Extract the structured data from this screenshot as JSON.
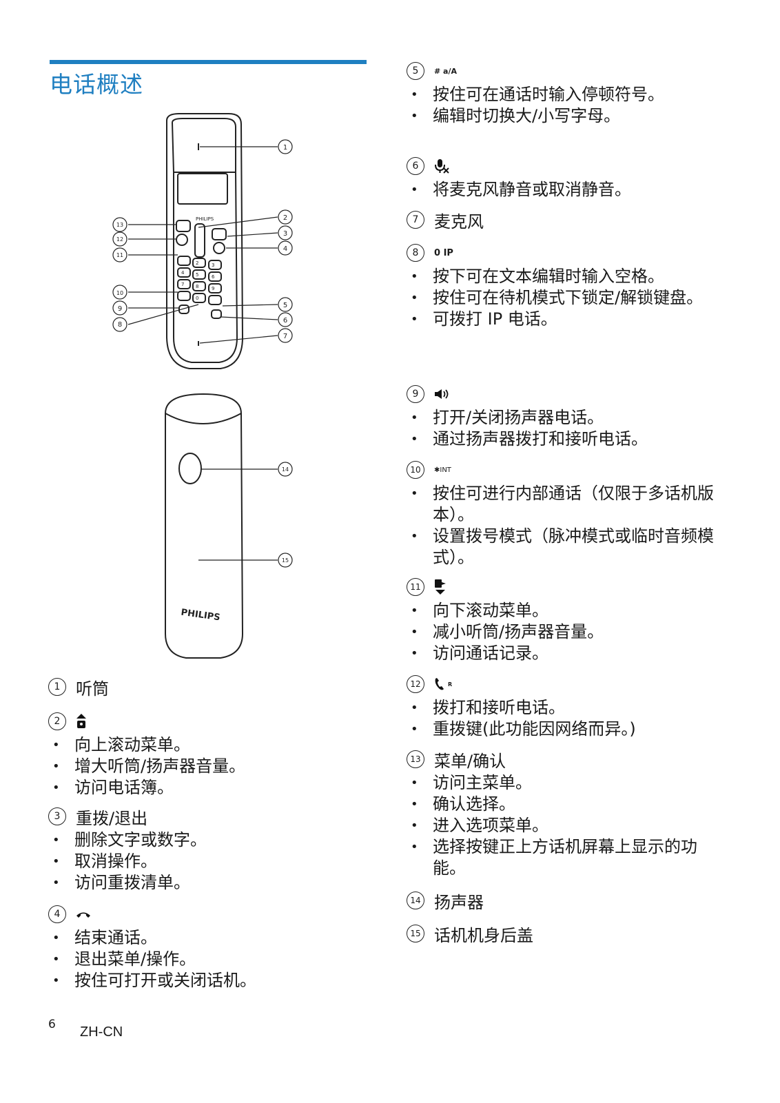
{
  "page": {
    "title": "电话概述",
    "page_number": "6",
    "lang": "ZH-CN"
  },
  "figure": {
    "brand_top": "PHILIPS",
    "brand_back": "PHILIPS",
    "callouts": [
      "1",
      "2",
      "3",
      "4",
      "5",
      "6",
      "7",
      "8",
      "9",
      "10",
      "11",
      "12",
      "13",
      "14",
      "15"
    ],
    "keys": {
      "k2": "2",
      "k3": "3",
      "k4": "4",
      "k5": "5",
      "k6": "6",
      "k7": "7",
      "k8": "8",
      "k9": "9",
      "k0": "0"
    }
  },
  "left": [
    {
      "num": "1",
      "label": "听筒",
      "items": []
    },
    {
      "num": "2",
      "label": "",
      "icon": "up-lock-icon",
      "items": [
        "向上滚动菜单。",
        "增大听筒/扬声器音量。",
        "访问电话簿。"
      ]
    },
    {
      "num": "3",
      "label": "重拨/退出",
      "items": [
        "删除文字或数字。",
        "取消操作。",
        "访问重拨清单。"
      ]
    },
    {
      "num": "4",
      "label": "",
      "icon": "end-call-icon",
      "items": [
        "结束通话。",
        "退出菜单/操作。",
        "按住可打开或关闭话机。"
      ]
    }
  ],
  "right": [
    {
      "num": "5",
      "label": "",
      "icon_text": "# a/A",
      "items": [
        "按住可在通话时输入停顿符号。",
        "编辑时切换大/小写字母。"
      ]
    },
    {
      "num": "6",
      "label": "",
      "icon": "mic-mute-icon",
      "items": [
        "将麦克风静音或取消静音。"
      ]
    },
    {
      "num": "7",
      "label": "麦克风",
      "items": []
    },
    {
      "num": "8",
      "label": "",
      "icon_text": "0 IP",
      "items": [
        "按下可在文本编辑时输入空格。",
        "按住可在待机模式下锁定/解锁键盘。",
        "可拨打 IP 电话。"
      ]
    },
    {
      "num": "9",
      "label": "",
      "icon": "speaker-icon",
      "items": [
        "打开/关闭扬声器电话。",
        "通过扬声器拨打和接听电话。"
      ]
    },
    {
      "num": "10",
      "label": "",
      "icon_text": "✱INT",
      "items": [
        "按住可进行内部通话（仅限于多话机版本）。",
        "设置拨号模式（脉冲模式或临时音频模式）。"
      ]
    },
    {
      "num": "11",
      "label": "",
      "icon": "down-call-log-icon",
      "items": [
        "向下滚动菜单。",
        "减小听筒/扬声器音量。",
        "访问通话记录。"
      ]
    },
    {
      "num": "12",
      "label": "",
      "icon_text": "R",
      "items": [
        "拨打和接听电话。",
        "重拨键(此功能因网络而异。)"
      ]
    },
    {
      "num": "13",
      "label": "菜单/确认",
      "items": [
        "访问主菜单。",
        "确认选择。",
        "进入选项菜单。",
        "选择按键正上方话机屏幕上显示的功能。"
      ]
    },
    {
      "num": "14",
      "label": "扬声器",
      "items": []
    },
    {
      "num": "15",
      "label": "话机机身后盖",
      "items": []
    }
  ]
}
